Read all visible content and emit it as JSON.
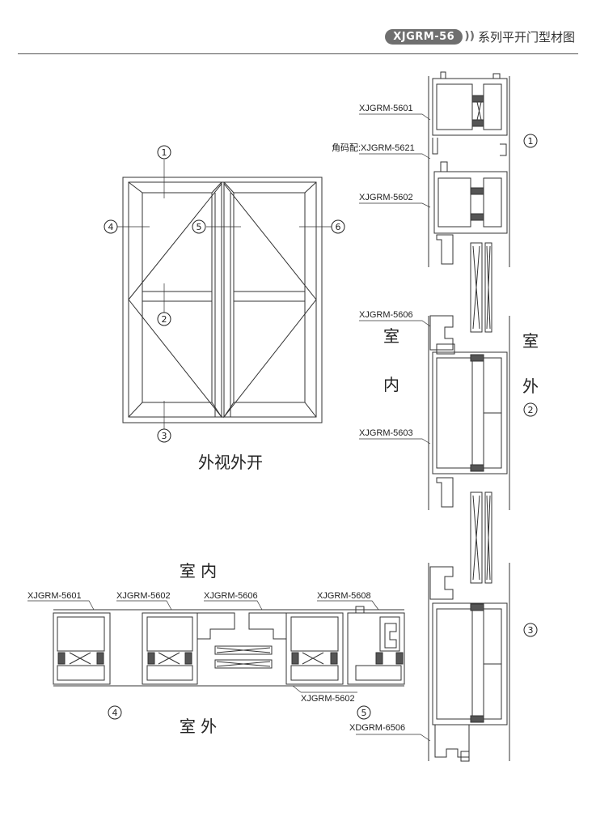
{
  "header": {
    "badge": "XJGRM-56",
    "chevron": "))",
    "title": "系列平开门型材图"
  },
  "elevation": {
    "caption": "外视外开",
    "markers": [
      "1",
      "2",
      "3",
      "4",
      "5",
      "6"
    ]
  },
  "vertical_section": {
    "labels": {
      "a": "XJGRM-5601",
      "b": "角码配:XJGRM-5621",
      "c": "XJGRM-5602",
      "d": "XJGRM-5606",
      "e": "XJGRM-5603"
    },
    "inside": [
      "室",
      "内"
    ],
    "outside": [
      "室",
      "外"
    ],
    "markers": [
      "1",
      "2",
      "3"
    ]
  },
  "horizontal_section": {
    "inside_label": "室 内",
    "outside_label": "室 外",
    "labels": {
      "a": "XJGRM-5601",
      "b": "XJGRM-5602",
      "c": "XJGRM-5606",
      "d": "XJGRM-5608",
      "e": "XJGRM-5602",
      "f": "XDGRM-6506"
    },
    "markers": [
      "4",
      "5"
    ]
  }
}
